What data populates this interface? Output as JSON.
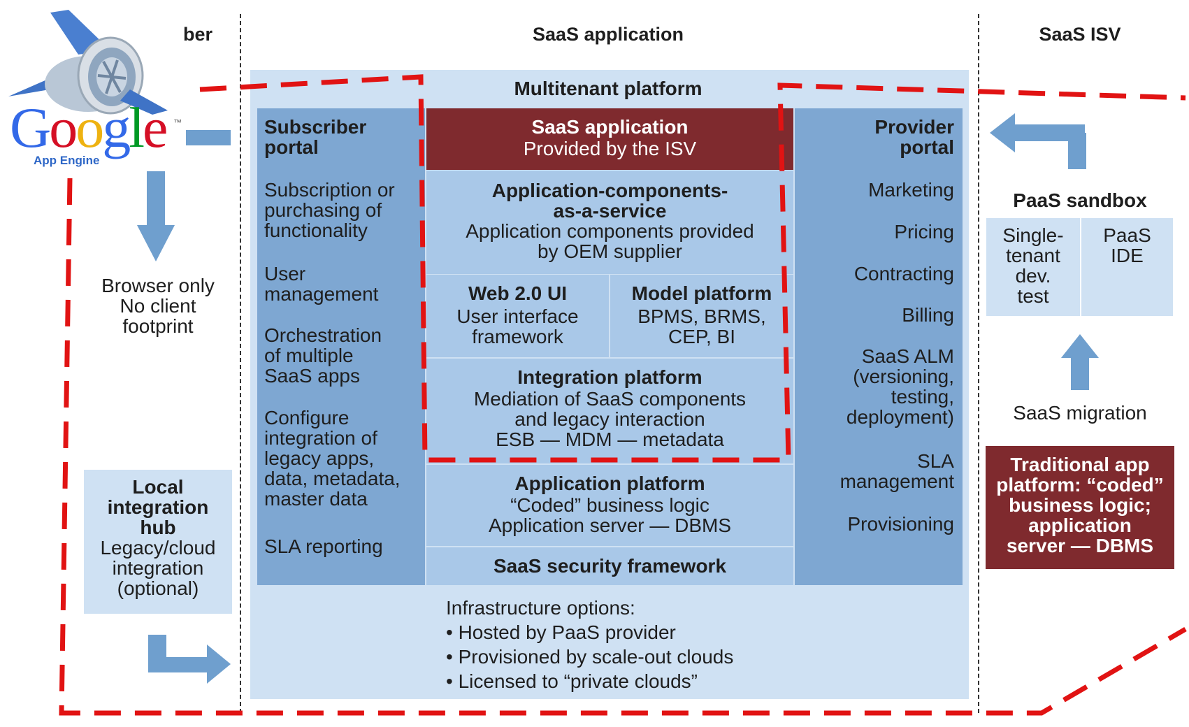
{
  "headers": {
    "subscriber_partial": "ber",
    "saas_application": "SaaS application",
    "saas_isv": "SaaS ISV"
  },
  "logo": {
    "word": "Google",
    "sub": "App Engine",
    "tm": "™"
  },
  "subscriber_col": {
    "browser": "Browser only\nNo client\nfootprint",
    "hub_title": "Local\nintegration\nhub",
    "hub_body": "Legacy/cloud\nintegration\n(optional)"
  },
  "platform": {
    "title": "Multitenant platform",
    "subscriber_portal": {
      "title": "Subscriber\nportal",
      "items": [
        "Subscription or\npurchasing of\nfunctionality",
        "User\nmanagement",
        "Orchestration\nof multiple\nSaaS apps",
        "Configure\nintegration of\nlegacy apps,\ndata, metadata,\nmaster data",
        "SLA reporting"
      ]
    },
    "saas_app": {
      "title": "SaaS application",
      "sub": "Provided by the ISV"
    },
    "components": {
      "title": "Application-components-\nas-a-service",
      "sub": "Application components provided\nby OEM supplier"
    },
    "web_ui": {
      "title": "Web 2.0 UI",
      "sub": "User interface\nframework"
    },
    "model": {
      "title": "Model platform",
      "sub": "BPMS, BRMS,\nCEP, BI"
    },
    "integration": {
      "title": "Integration platform",
      "sub": "Mediation of SaaS components\nand legacy interaction\nESB — MDM — metadata"
    },
    "app_platform": {
      "title": "Application platform",
      "sub": "“Coded” business logic\nApplication server — DBMS"
    },
    "security": {
      "title": "SaaS security framework"
    },
    "provider_portal": {
      "title": "Provider\nportal",
      "items": [
        "Marketing",
        "Pricing",
        "Contracting",
        "Billing",
        "SaaS ALM\n(versioning,\ntesting,\ndeployment)",
        "SLA\nmanagement",
        "Provisioning"
      ]
    },
    "infrastructure": "Infrastructure options:\n• Hosted by PaaS provider\n• Provisioned by scale-out clouds\n• Licensed to “private clouds”"
  },
  "isv_col": {
    "sandbox_title": "PaaS sandbox",
    "single_tenant": "Single-\ntenant\ndev.\ntest",
    "paas_ide": "PaaS\nIDE",
    "migration": "SaaS migration",
    "traditional": "Traditional app\nplatform: “coded”\nbusiness logic;\napplication\nserver — DBMS"
  },
  "colors": {
    "light_blue": "#cfe1f3",
    "mid_blue": "#a9c8e8",
    "portal_blue": "#7ea7d2",
    "dark_red": "#7f2a2e",
    "arrow_blue": "#6f9fce",
    "dash_red": "#e11313"
  }
}
